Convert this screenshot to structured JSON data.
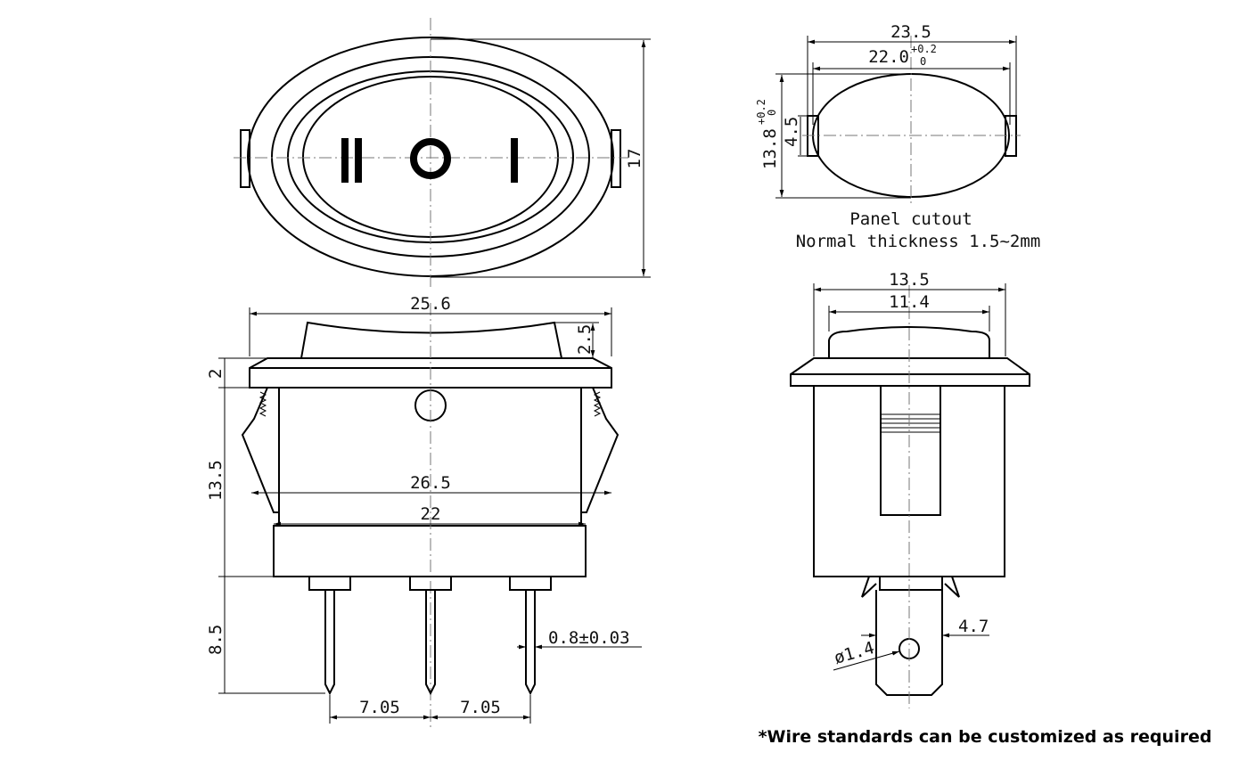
{
  "top_view": {
    "height": "17",
    "symbols": [
      "II",
      "O",
      "I"
    ]
  },
  "panel_cutout": {
    "outer_width": "23.5",
    "inner_width": "22.0",
    "inner_width_tol_upper": "+0.2",
    "inner_width_tol_lower": "0",
    "height": "13.8",
    "height_tol_upper": "+0.2",
    "height_tol_lower": "0",
    "tab_height": "4.5",
    "caption_line1": "Panel cutout",
    "caption_line2": "Normal thickness 1.5~2mm"
  },
  "side_view": {
    "flange_width": "25.6",
    "rocker_height": "2.5",
    "flange_thickness": "2",
    "body_height": "13.5",
    "clip_span": "26.5",
    "body_width": "22",
    "pin_length": "8.5",
    "pin_width": "0.8±0.03",
    "pin_pitch_1": "7.05",
    "pin_pitch_2": "7.05"
  },
  "end_view": {
    "flange_width": "13.5",
    "rocker_width": "11.4",
    "terminal_width": "4.7",
    "hole_diameter": "ø1.4"
  },
  "footnote": "*Wire standards can be customized as required"
}
